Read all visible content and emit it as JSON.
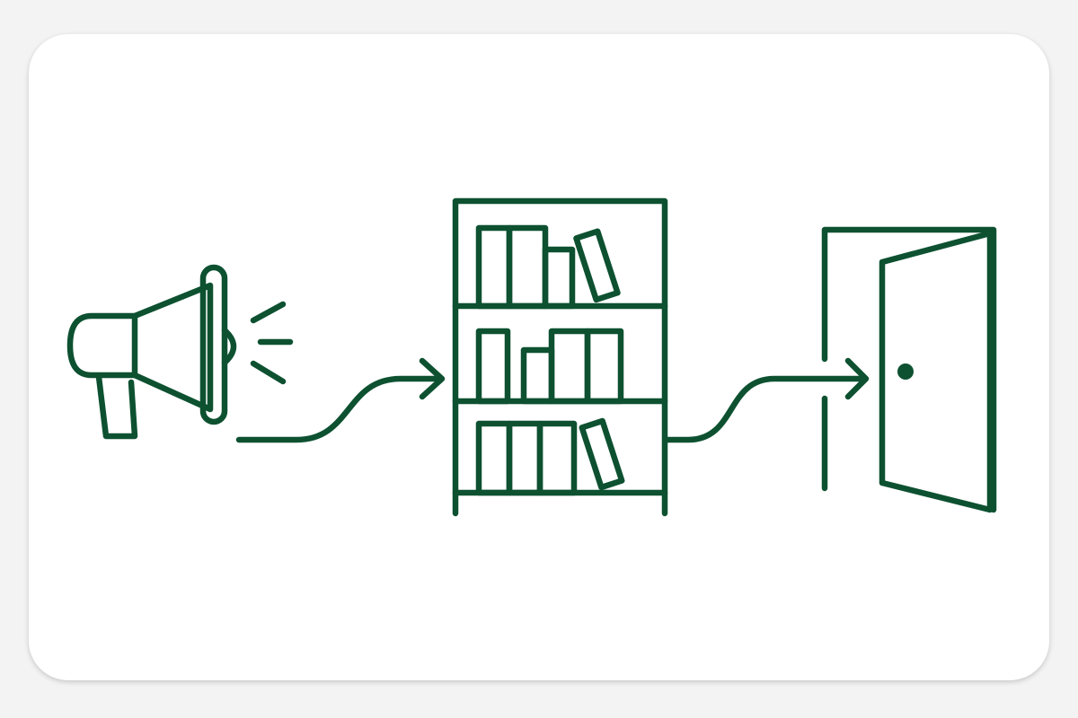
{
  "diagram": {
    "stroke_color": "#0d5131",
    "background_color": "#ffffff",
    "nodes": [
      {
        "id": "megaphone",
        "icon": "megaphone-icon"
      },
      {
        "id": "bookshelf",
        "icon": "bookshelf-icon"
      },
      {
        "id": "door",
        "icon": "open-door-icon"
      }
    ],
    "edges": [
      {
        "from": "megaphone",
        "to": "bookshelf",
        "style": "curved-arrow"
      },
      {
        "from": "bookshelf",
        "to": "door",
        "style": "curved-arrow"
      }
    ]
  }
}
